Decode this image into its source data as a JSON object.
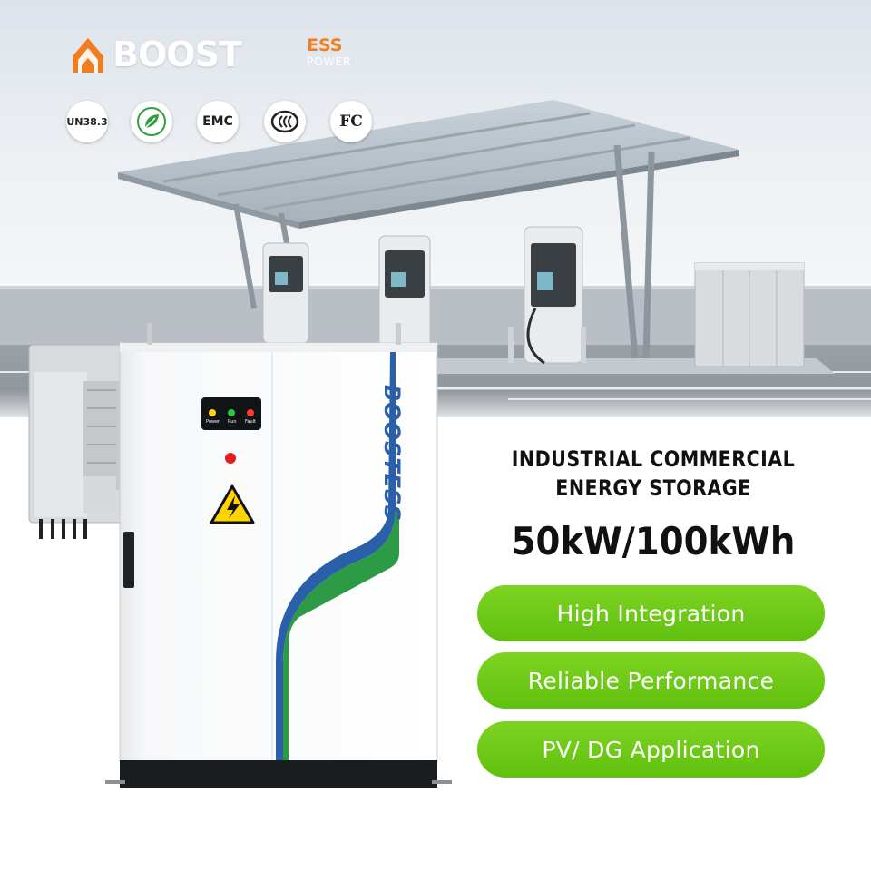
{
  "brand": {
    "logo_main": "BOOST",
    "logo_ess": "ESS",
    "logo_power": "POWER",
    "cabinet_text": "BOOSTESS"
  },
  "certifications": [
    {
      "label": "UN38.3",
      "icon": "un38-3-badge"
    },
    {
      "label": "",
      "icon": "green-leaf-cert-icon"
    },
    {
      "label": "EMC",
      "icon": "emc-badge"
    },
    {
      "label": "",
      "icon": "ccc-icon"
    },
    {
      "label": "FC",
      "icon": "fcc-icon"
    }
  ],
  "cabinet_indicators": [
    {
      "label": "Power",
      "color": "#ffd21a"
    },
    {
      "label": "Run",
      "color": "#27c93f"
    },
    {
      "label": "Fault",
      "color": "#ff3b30"
    }
  ],
  "product": {
    "heading_line1": "INDUSTRIAL COMMERCIAL",
    "heading_line2": "ENERGY STORAGE",
    "power_rating": "50kW/100kWh"
  },
  "features": [
    {
      "label": "High Integration"
    },
    {
      "label": "Reliable Performance"
    },
    {
      "label": "PV/ DG Application"
    }
  ],
  "colors": {
    "accent_green": "#6cc91a",
    "brand_blue": "#2a5fa9",
    "brand_orange": "#ef7d21",
    "stripe_green": "#2d9a46"
  }
}
